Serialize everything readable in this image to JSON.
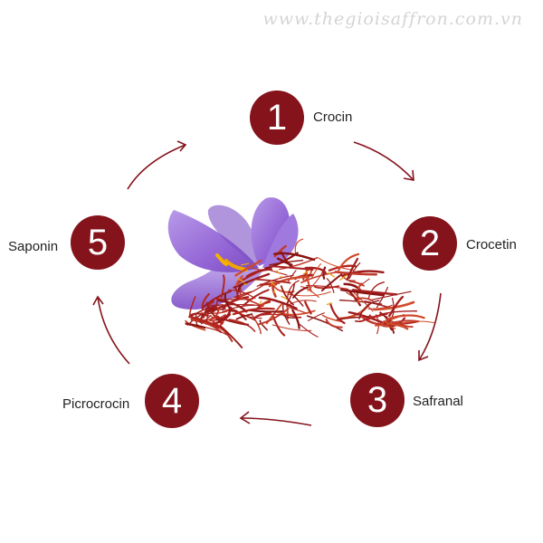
{
  "watermark": "www.thegioisaffron.com.vn",
  "colors": {
    "node_fill": "#85131c",
    "arrow": "#85131c",
    "label": "#222222"
  },
  "icons": {
    "center": "saffron-crocus-flower-icon"
  },
  "cycle": [
    {
      "number": "1",
      "label": "Crocin"
    },
    {
      "number": "2",
      "label": "Crocetin"
    },
    {
      "number": "3",
      "label": "Safranal"
    },
    {
      "number": "4",
      "label": "Picrocrocin"
    },
    {
      "number": "5",
      "label": "Saponin"
    }
  ]
}
